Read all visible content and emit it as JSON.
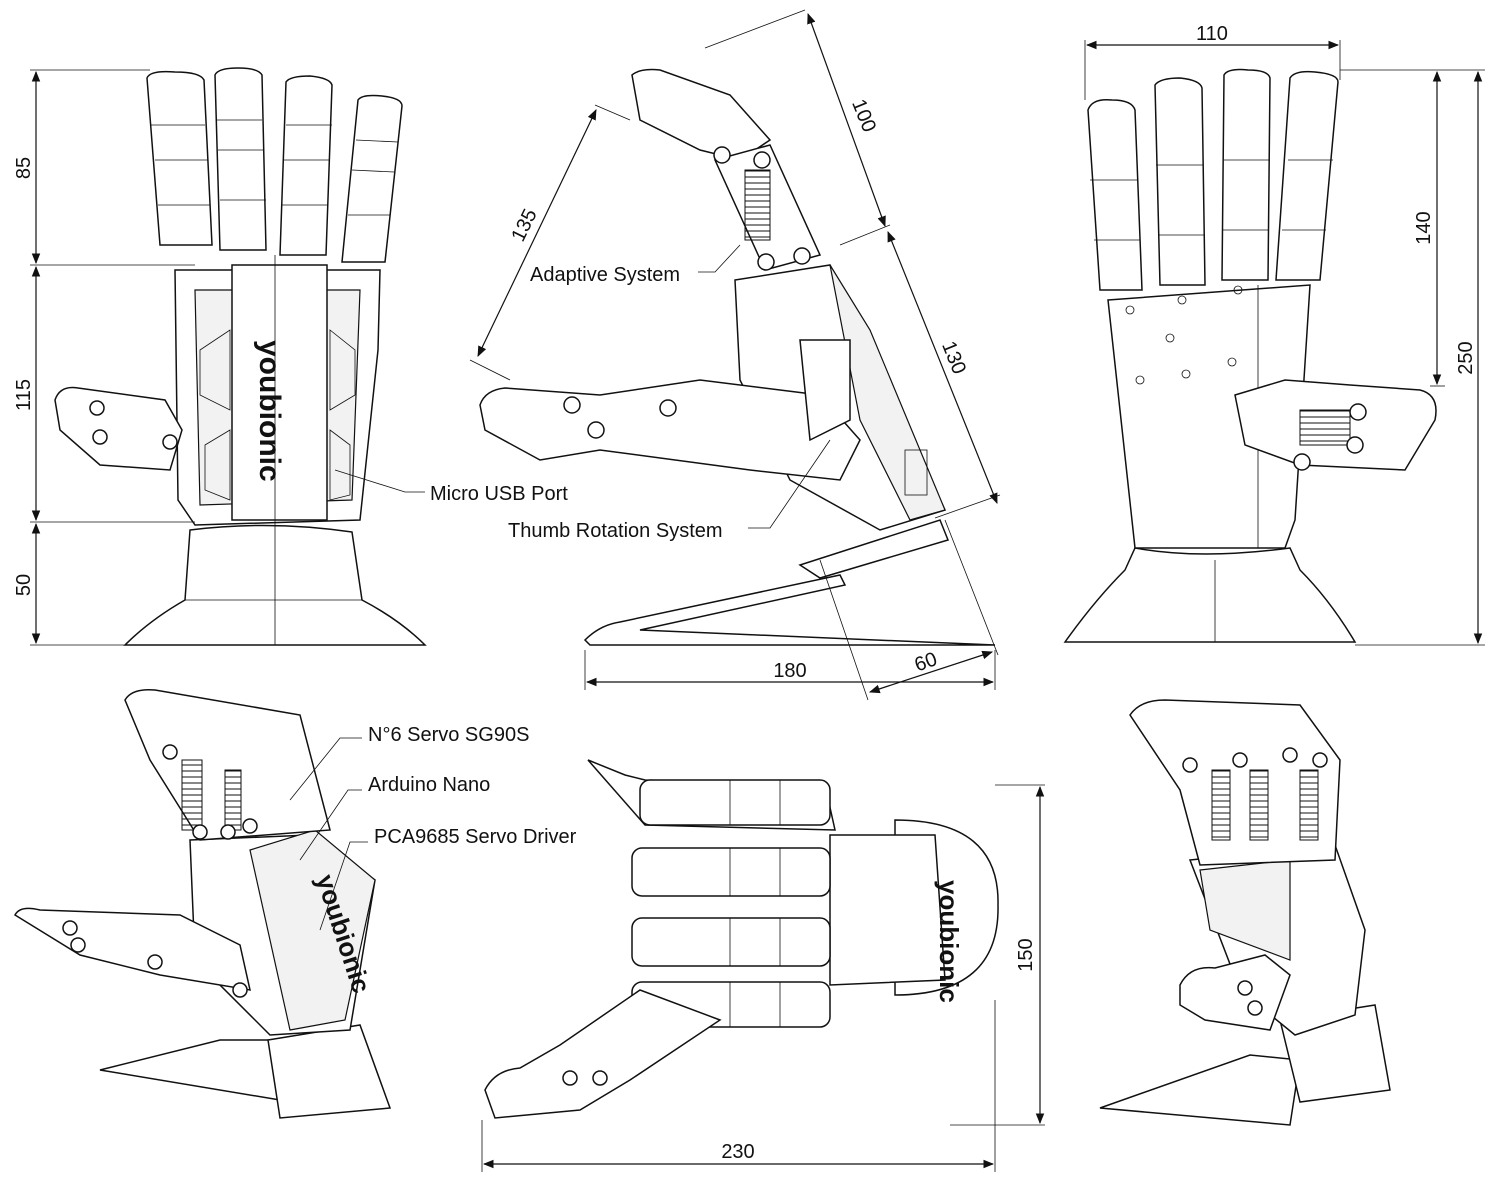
{
  "dimensions": {
    "front_finger": "85",
    "front_palm": "115",
    "front_base": "50",
    "side_finger": "100",
    "side_palm": "130",
    "side_diag": "135",
    "side_base": "180",
    "side_offset": "60",
    "back_width": "110",
    "back_finger": "140",
    "back_total": "250",
    "top_width": "150",
    "top_length": "230"
  },
  "labels": {
    "adaptive_system": "Adaptive System",
    "micro_usb": "Micro USB Port",
    "thumb_rotation": "Thumb Rotation System",
    "servo": "N°6 Servo SG90S",
    "arduino": "Arduino Nano",
    "servo_driver": "PCA9685 Servo Driver"
  },
  "brand": "youbionic"
}
